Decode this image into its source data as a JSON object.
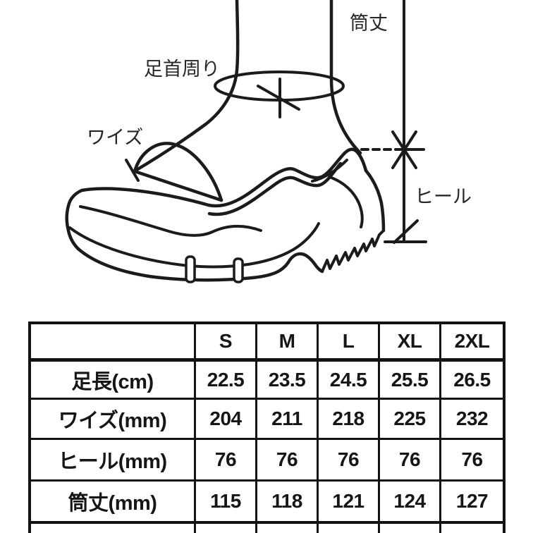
{
  "diagram": {
    "labels": {
      "shaft_height": "筒丈",
      "ankle_circumference": "足首周り",
      "width_girth": "ワイズ",
      "heel": "ヒール"
    }
  },
  "size_table": {
    "header": {
      "corner": "",
      "sizes": [
        "S",
        "M",
        "L",
        "XL",
        "2XL"
      ]
    },
    "rows": [
      {
        "label": "足長(cm)",
        "values": [
          "22.5",
          "23.5",
          "24.5",
          "25.5",
          "26.5"
        ]
      },
      {
        "label": "ワイズ(mm)",
        "values": [
          "204",
          "211",
          "218",
          "225",
          "232"
        ]
      },
      {
        "label": "ヒール(mm)",
        "values": [
          "76",
          "76",
          "76",
          "76",
          "76"
        ]
      },
      {
        "label": "筒丈(mm)",
        "values": [
          "115",
          "118",
          "121",
          "124",
          "127"
        ]
      }
    ]
  },
  "colors": {
    "ink": "#1b1b1b",
    "background": "#ffffff"
  }
}
